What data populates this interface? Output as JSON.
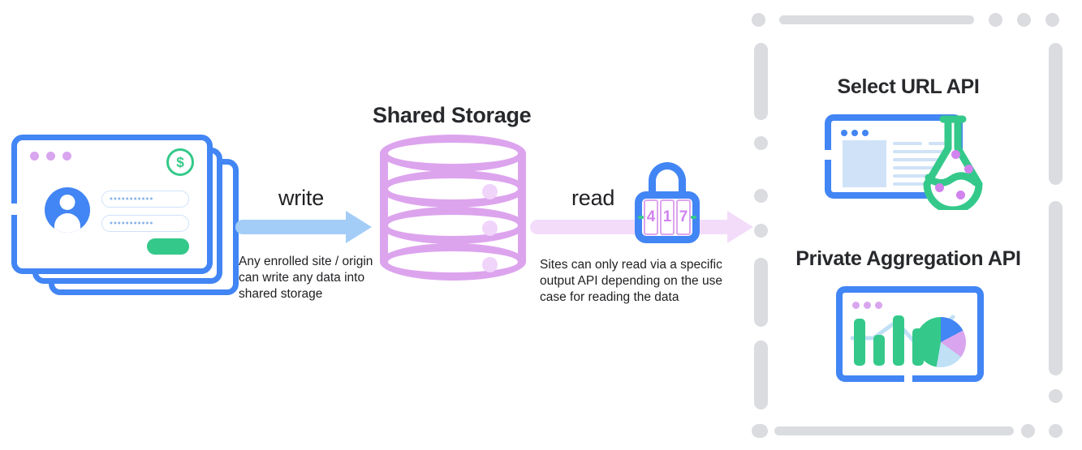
{
  "diagram": {
    "title_shared_storage": "Shared Storage",
    "write": {
      "label": "write",
      "caption": "Any enrolled site / origin can write any data into shared storage",
      "arrow_color": "#a3cdf7"
    },
    "read": {
      "label": "read",
      "caption": "Sites can only read via a specific output API depending on the use case for reading the data",
      "arrow_color": "#f3dcfa"
    },
    "lock": {
      "digits": [
        "4",
        "1",
        "7"
      ],
      "color": "#4285f4",
      "dial_color": "#d183ee"
    },
    "storage": {
      "color": "#dda4ee",
      "layers": 3,
      "dot_color": "#f0d4fa"
    },
    "site_stack": {
      "count": 3,
      "frame_color": "#4285f4",
      "window_dots": [
        "dot",
        "dot",
        "dot"
      ],
      "field_value": "•••••••••••",
      "badge": "dollar-sign",
      "button_color": "#34c98a"
    },
    "api_panel": {
      "border_color": "#dadce0",
      "items": [
        {
          "title": "Select URL API",
          "icon": "browser-window-with-flask"
        },
        {
          "title": "Private Aggregation API",
          "icon": "dashboard-charts"
        }
      ]
    }
  },
  "palette": {
    "blue": "#4285f4",
    "light_blue": "#a3cdf7",
    "purple": "#dda4ee",
    "light_purple": "#f3dcfa",
    "green": "#34c98a",
    "text": "#202124",
    "heading": "#27292c",
    "gray": "#dadce0"
  }
}
